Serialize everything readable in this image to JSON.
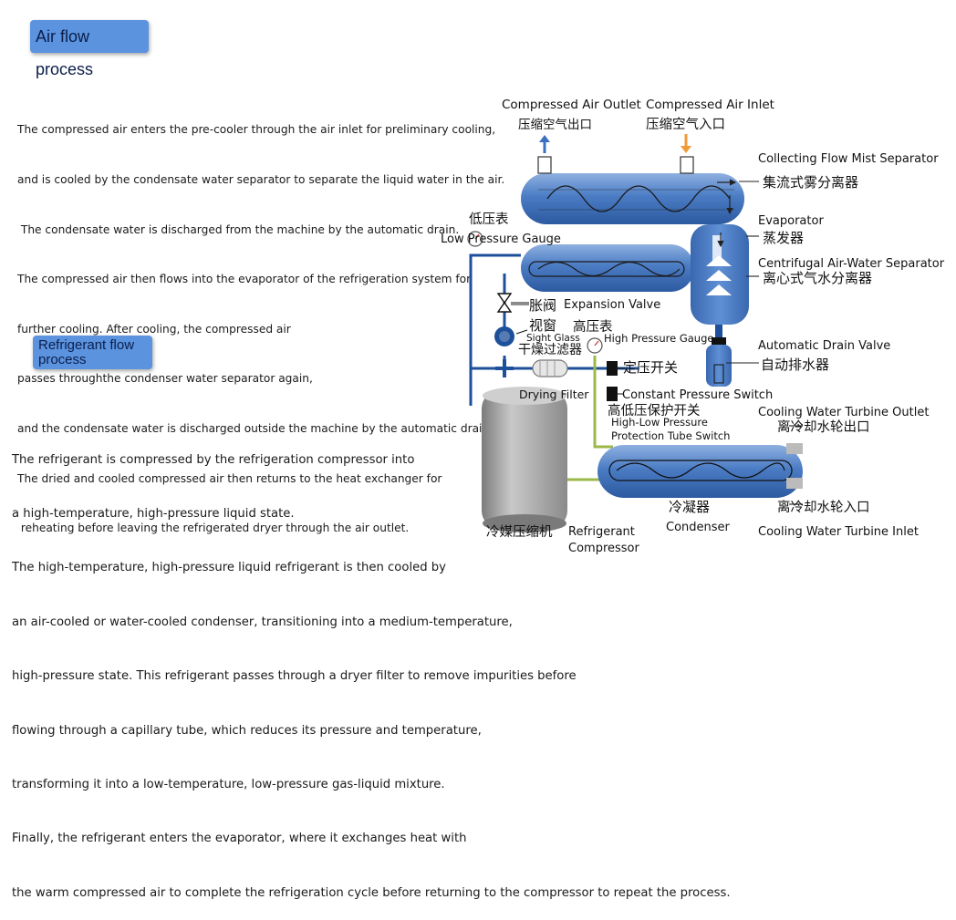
{
  "air_flow": {
    "title": "Air flow process",
    "lines": [
      "The compressed air enters the pre-cooler through the air inlet for preliminary cooling,",
      "and is cooled by the condensate water separator to separate the liquid water in the air.",
      " The condensate water is discharged from the machine by the automatic drain.",
      "The compressed air then flows into the evaporator of the refrigeration system for",
      "further cooling. After cooling, the compressed air",
      "passes throughthe condenser water separator again,",
      "and the condensate water is discharged outside the machine by the automatic drain.",
      "The dried and cooled compressed air then returns to the heat exchanger for",
      " reheating before leaving the refrigerated dryer through the air outlet."
    ]
  },
  "refrigerant_flow": {
    "title": "Refrigerant flow process",
    "lines": [
      "The refrigerant is compressed by the refrigeration compressor into",
      "a high-temperature, high-pressure liquid state.",
      "The high-temperature, high-pressure liquid refrigerant is then cooled by",
      "an air-cooled or water-cooled condenser, transitioning into a medium-temperature,",
      "high-pressure state. This refrigerant passes through a dryer filter to remove impurities before",
      "flowing through a capillary tube, which reduces its pressure and temperature,",
      "transforming it into a low-temperature, low-pressure gas-liquid mixture.",
      "Finally, the refrigerant enters the evaporator, where it exchanges heat with",
      "the warm compressed air to complete the refrigeration cycle before returning to the compressor to repeat the process."
    ]
  },
  "diagram": {
    "labels": {
      "outlet_en": "Compressed Air Outlet",
      "outlet_cn": "压缩空气出口",
      "inlet_en": "Compressed Air Inlet",
      "inlet_cn": "压缩空气入口",
      "mist_en": "Collecting Flow Mist Separator",
      "mist_cn": "集流式雾分离器",
      "evap_en": "Evaporator",
      "evap_cn": "蒸发器",
      "lpg_cn": "低压表",
      "lpg_en": "Low Pressure Gauge",
      "centri_en": "Centrifugal Air-Water Separator",
      "centri_cn": "离心式气水分离器",
      "exp_cn": "胀阀",
      "exp_en": "Expansion Valve",
      "sight_cn": "视窗",
      "sight_en": "Sight Glass",
      "hpg_cn": "高压表",
      "hpg_en": "High Pressure Gauge",
      "dryer_cn": "干燥过滤器",
      "drain_en": "Automatic Drain Valve",
      "drain_cn": "自动排水器",
      "cps_cn": "定压开关",
      "dryer_en": "Drying Filter",
      "cps_en": "Constant Pressure Switch",
      "hlp_cn": "高低压保护开关",
      "hlp_en1": "High-Low Pressure",
      "hlp_en2": "Protection Tube Switch",
      "cwo_en": "Cooling Water Turbine Outlet",
      "cwo_cn": "离冷却水轮出口",
      "cond_cn": "冷凝器",
      "cond_en": "Condenser",
      "cwi_cn": "离冷却水轮入口",
      "cwi_en": "Cooling Water Turbine Inlet",
      "comp_cn": "冷媒压缩机",
      "comp_en1": "Refrigerant",
      "comp_en2": "Compressor"
    },
    "colors": {
      "vessel_blue": "#3d6fb8",
      "vessel_light": "#8fb0e0",
      "pipe_blue": "#1d4f9a",
      "pipe_green": "#9bb84a",
      "compressor_grey": "#a8a8a8",
      "outlet_arrow": "#3b6fc0",
      "inlet_arrow": "#f09a3a"
    }
  }
}
